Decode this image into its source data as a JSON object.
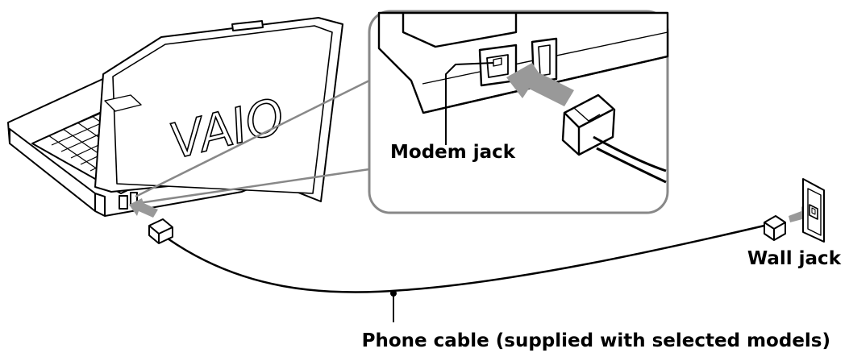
{
  "labels": {
    "modem_jack": "Modem jack",
    "wall_jack": "Wall jack",
    "phone_cable": "Phone cable (supplied with selected models)"
  },
  "logo": "VAIO",
  "colors": {
    "line": "#000000",
    "arrow": "#999999",
    "inset_border": "#888888",
    "background": "#ffffff"
  }
}
